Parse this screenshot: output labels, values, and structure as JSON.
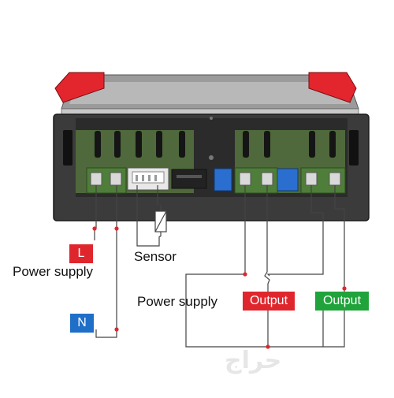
{
  "labels": {
    "power_supply_left": "Power supply",
    "sensor": "Sensor",
    "power_supply_right": "Power supply",
    "output_red": "Output",
    "output_green": "Output",
    "terminal_l": "L",
    "terminal_n": "N"
  },
  "watermark": "حراج",
  "colors": {
    "device_body": "#3b3b3b",
    "device_dark": "#1f1f1f",
    "clip_red": "#e3262e",
    "terminal_green": "#6e9a4a",
    "terminal_blue": "#2a6fd0",
    "tag_l_red": "#e0262d",
    "tag_n_blue": "#1f6fc8",
    "output_red": "#e0262d",
    "output_green": "#1fa33a",
    "wire": "#444444",
    "wire_dot": "#e0262d"
  }
}
